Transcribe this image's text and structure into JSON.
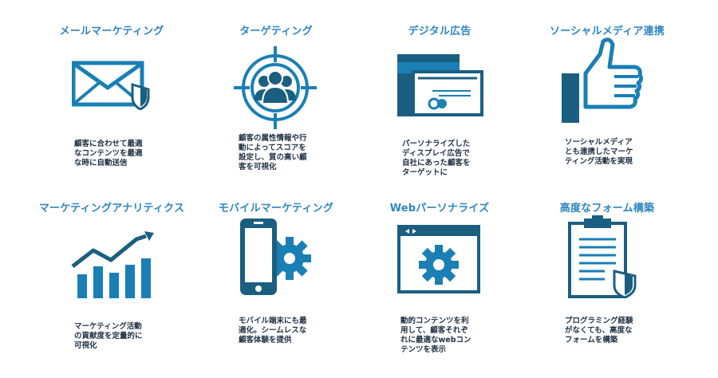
{
  "colors": {
    "primary": "#1a7fb5",
    "dark": "#1b5f80",
    "text": "#1f3144",
    "title": "#2e86c1"
  },
  "features": [
    {
      "title": "メールマーケティング",
      "icon": "envelope-shield-icon",
      "desc": [
        "顧客に合わせて最適",
        "なコンテンツを最適",
        "な時に自動送信"
      ]
    },
    {
      "title": "ターゲティング",
      "icon": "target-people-icon",
      "desc": [
        "顧客の属性情報や行",
        "動によってスコアを",
        "設定し、質の高い顧",
        "客を可視化"
      ]
    },
    {
      "title": "デジタル広告",
      "icon": "display-ad-icon",
      "desc": [
        "パーソナライズした",
        "ディスプレイ広告で",
        "自社にあった顧客を",
        "ターゲットに"
      ]
    },
    {
      "title": "ソーシャルメディア連携",
      "icon": "thumbs-up-icon",
      "desc": [
        "ソーシャルメディア",
        "とも連携したマーケ",
        "ティング活動を実現"
      ]
    },
    {
      "title": "マーケティングアナリティクス",
      "icon": "bar-chart-trend-icon",
      "desc": [
        "マーケティング活動",
        "の貢献度を定量的に",
        "可視化"
      ]
    },
    {
      "title": "モバイルマーケティング",
      "icon": "smartphone-gear-icon",
      "desc": [
        "モバイル端末にも最",
        "適化。シームレスな",
        "顧客体験を提供"
      ]
    },
    {
      "title": "Webパーソナライズ",
      "icon": "browser-gear-icon",
      "desc": [
        "動的コンテンツを利",
        "用して、顧客それぞ",
        "れに最適なwebコン",
        "テンツを表示"
      ]
    },
    {
      "title": "高度なフォーム構築",
      "icon": "clipboard-shield-icon",
      "desc": [
        "プログラミング経験",
        "がなくても、高度な",
        "フォームを構築"
      ]
    }
  ]
}
